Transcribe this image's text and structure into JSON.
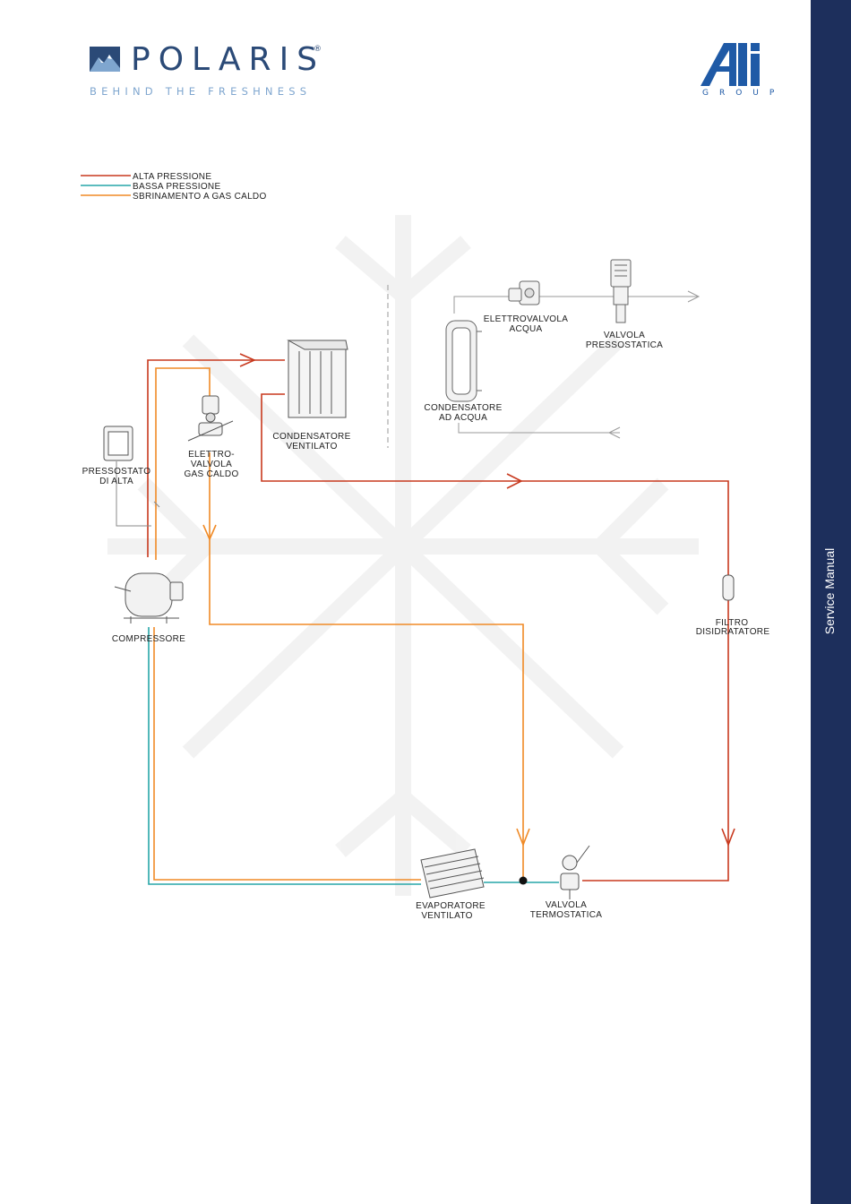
{
  "header": {
    "brand": "POLARIS",
    "brand_registered": "®",
    "tagline": "BEHIND THE FRESHNESS",
    "group_logo_text": "GROUP"
  },
  "sidebar": {
    "label": "Service Manual"
  },
  "legend": [
    {
      "label": "ALTA PRESSIONE",
      "color": "#c8391e"
    },
    {
      "label": "BASSA PRESSIONE",
      "color": "#27a6a8"
    },
    {
      "label": "SBRINAMENTO A GAS CALDO",
      "color": "#f08a26"
    }
  ],
  "components": {
    "elettrovalvola_acqua": [
      "ELETTROVALVOLA",
      "ACQUA"
    ],
    "valvola_pressostatica": [
      "VALVOLA",
      "PRESSOSTATICA"
    ],
    "condensatore_acqua": [
      "CONDENSATORE",
      "AD ACQUA"
    ],
    "condensatore_ventilato": [
      "CONDENSATORE",
      "VENTILATO"
    ],
    "elettrovalvola_gas": [
      "ELETTRO-",
      "VALVOLA",
      "GAS CALDO"
    ],
    "pressostato": [
      "PRESSOSTATO",
      "DI ALTA"
    ],
    "compressore": [
      "COMPRESSORE"
    ],
    "filtro": [
      "FILTRO",
      "DISIDRATATORE"
    ],
    "evaporatore": [
      "EVAPORATORE",
      "VENTILATO"
    ],
    "valvola_termostatica": [
      "VALVOLA",
      "TERMOSTATICA"
    ]
  },
  "colors": {
    "high": "#c8391e",
    "low": "#27a6a8",
    "hot_gas": "#f08a26",
    "water": "#9a9a9a",
    "navy": "#1d2f5c",
    "brand": "#2b4a77"
  }
}
